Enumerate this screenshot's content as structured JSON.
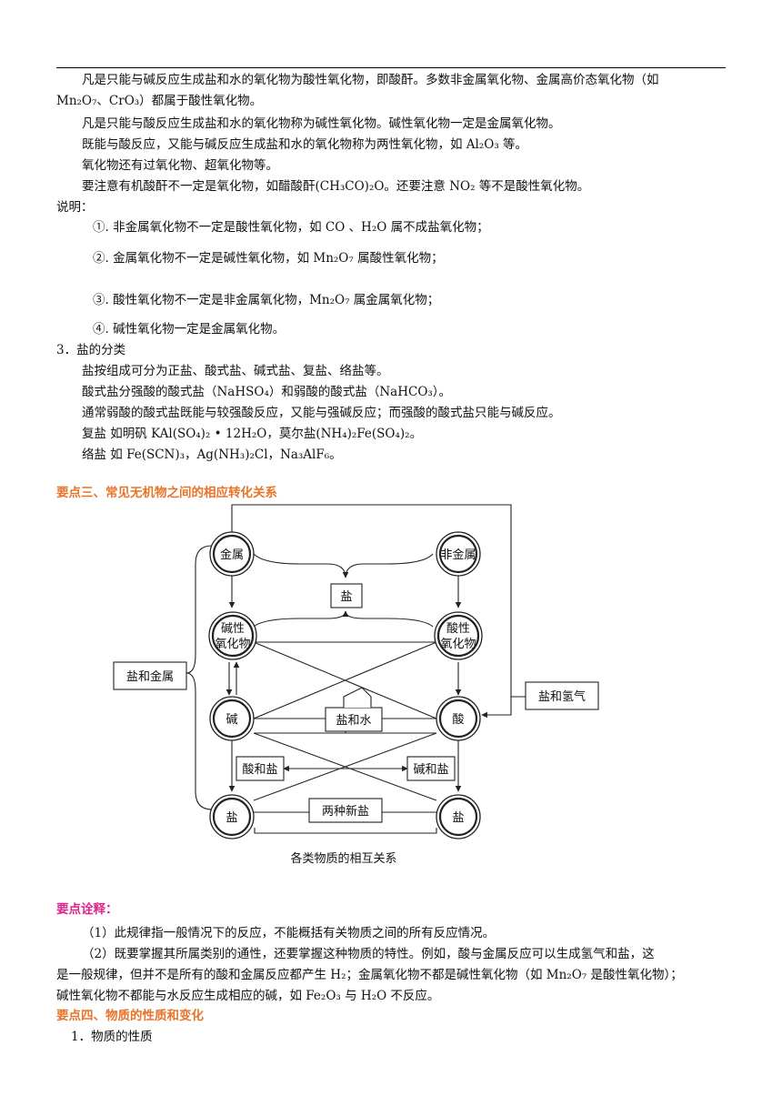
{
  "acid_base_oxides": {
    "p1_a": "凡是只能与碱反应生成盐和水的氧化物为酸性氧化物，即酸酐。多数非金属氧化物、金属高价态氧化物（如",
    "p1_b": "Mn₂O₇、CrO₃）都属于酸性氧化物。",
    "p2": "凡是只能与酸反应生成盐和水的氧化物称为碱性氧化物。碱性氧化物一定是金属氧化物。",
    "p3": "既能与酸反应，又能与碱反应生成盐和水的氧化物称为两性氧化物，如 Al₂O₃ 等。",
    "p4": "氧化物还有过氧化物、超氧化物等。",
    "p5": "要注意有机酸酐不一定是氧化物，如醋酸酐(CH₃CO)₂O。还要注意 NO₂ 等不是酸性氧化物。",
    "note_title": "说明：",
    "notes": [
      "①. 非金属氧化物不一定是酸性氧化物，如 CO 、H₂O 属不成盐氧化物；",
      "②.  金属氧化物不一定是碱性氧化物，如 Mn₂O₇ 属酸性氧化物；",
      "③.  酸性氧化物不一定是非金属氧化物，Mn₂O₇ 属金属氧化物；",
      "④.  碱性氧化物一定是金属氧化物。"
    ]
  },
  "salts": {
    "heading": "3．盐的分类",
    "lines": [
      "盐按组成可分为正盐、酸式盐、碱式盐、复盐、络盐等。",
      "酸式盐分强酸的酸式盐（NaHSO₄）和弱酸的酸式盐（NaHCO₃）。",
      "通常弱酸的酸式盐既能与较强酸反应，又能与强碱反应；而强酸的酸式盐只能与碱反应。",
      "复盐   如明矾   KAl(SO₄)₂ • 12H₂O，莫尔盐(NH₄)₂Fe(SO₄)₂。",
      "络盐   如 Fe(SCN)₃，Ag(NH₃)₂Cl，Na₃AlF₆。"
    ]
  },
  "section3": {
    "title": "要点三、常见无机物之间的相应转化关系"
  },
  "diagram": {
    "metal": "金属",
    "nonmetal": "非金属",
    "salt_top": "盐",
    "basic_oxide_1": "碱性",
    "basic_oxide_2": "氧化物",
    "acidic_oxide_1": "酸性",
    "acidic_oxide_2": "氧化物",
    "salt_and_metal": "盐和金属",
    "salt_and_hydrogen": "盐和氢气",
    "base": "碱",
    "acid": "酸",
    "salt_and_water": "盐和水",
    "acid_and_salt": "酸和盐",
    "base_and_salt": "碱和盐",
    "salt_left": "盐",
    "salt_right": "盐",
    "two_new_salts": "两种新盐",
    "caption": "各类物质的相互关系"
  },
  "explanation": {
    "title": "要点诠释：",
    "p1": "（1）此规律指一般情况下的反应，不能概括有关物质之间的所有反应情况。",
    "p2_a": "（2）既要掌握其所属类别的通性，还要掌握这种物质的特性。例如，酸与金属反应可以生成氢气和盐，这",
    "p2_b": "是一般规律，但并不是所有的酸和金属反应都产生 H₂；金属氧化物不都是碱性氧化物（如 Mn₂O₇ 是酸性氧化物）；",
    "p2_c": "碱性氧化物不都能与水反应生成相应的碱，如 Fe₂O₃ 与 H₂O 不反应。"
  },
  "section4": {
    "title": "要点四、物质的性质和变化",
    "sub1": "1．物质的性质"
  }
}
